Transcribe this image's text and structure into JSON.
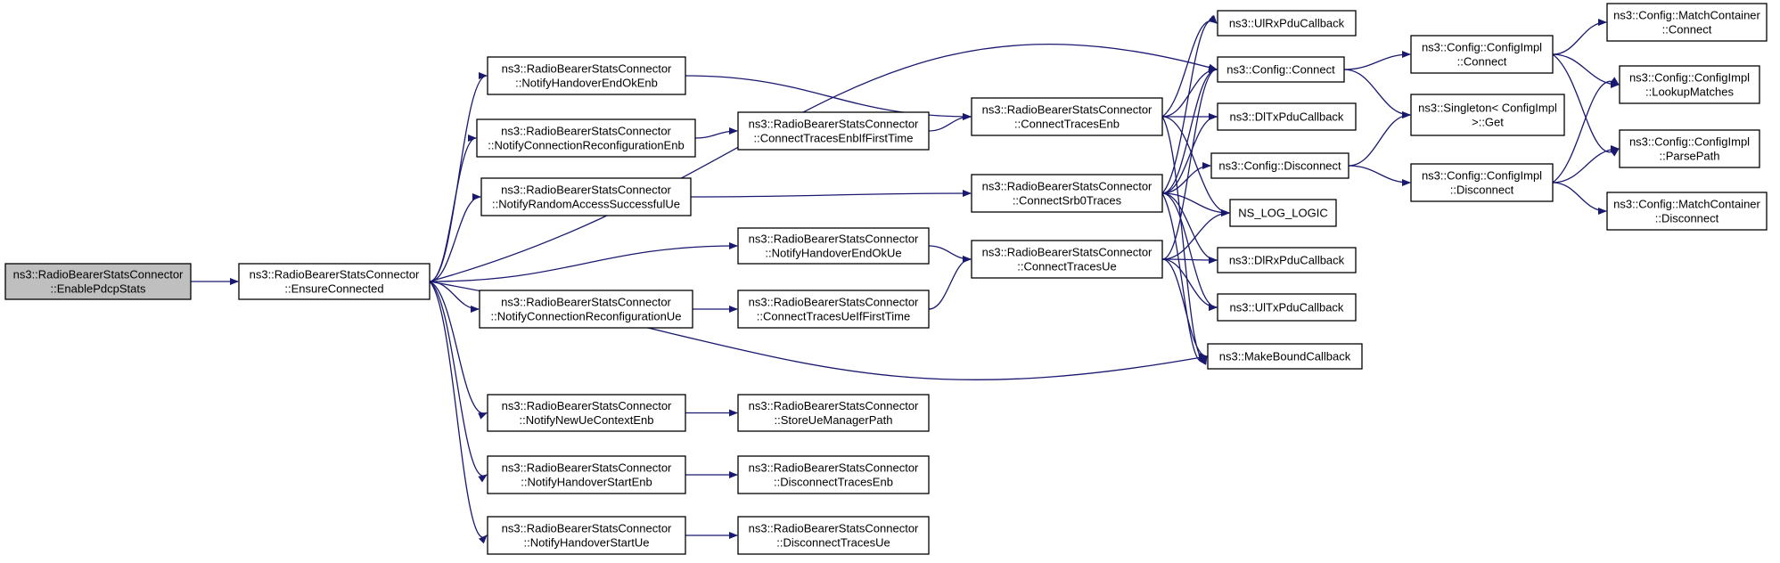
{
  "graph": {
    "type": "call-graph",
    "nodes": [
      {
        "id": "root",
        "lines": [
          "ns3::RadioBearerStatsConnector",
          "::EnablePdcpStats"
        ],
        "highlight": true
      },
      {
        "id": "ensure",
        "lines": [
          "ns3::RadioBearerStatsConnector",
          "::EnsureConnected"
        ]
      },
      {
        "id": "hoEndOkEnb",
        "lines": [
          "ns3::RadioBearerStatsConnector",
          "::NotifyHandoverEndOkEnb"
        ]
      },
      {
        "id": "connReconfEnb",
        "lines": [
          "ns3::RadioBearerStatsConnector",
          "::NotifyConnectionReconfigurationEnb"
        ]
      },
      {
        "id": "raSuccUe",
        "lines": [
          "ns3::RadioBearerStatsConnector",
          "::NotifyRandomAccessSuccessfulUe"
        ]
      },
      {
        "id": "hoEndOkUe",
        "lines": [
          "ns3::RadioBearerStatsConnector",
          "::NotifyHandoverEndOkUe"
        ]
      },
      {
        "id": "connReconfUe",
        "lines": [
          "ns3::RadioBearerStatsConnector",
          "::NotifyConnectionReconfigurationUe"
        ]
      },
      {
        "id": "newUeCtxEnb",
        "lines": [
          "ns3::RadioBearerStatsConnector",
          "::NotifyNewUeContextEnb"
        ]
      },
      {
        "id": "hoStartEnb",
        "lines": [
          "ns3::RadioBearerStatsConnector",
          "::NotifyHandoverStartEnb"
        ]
      },
      {
        "id": "hoStartUe",
        "lines": [
          "ns3::RadioBearerStatsConnector",
          "::NotifyHandoverStartUe"
        ]
      },
      {
        "id": "ctEnbIfFirst",
        "lines": [
          "ns3::RadioBearerStatsConnector",
          "::ConnectTracesEnbIfFirstTime"
        ]
      },
      {
        "id": "ctUeIfFirst",
        "lines": [
          "ns3::RadioBearerStatsConnector",
          "::ConnectTracesUeIfFirstTime"
        ]
      },
      {
        "id": "storeUeMgr",
        "lines": [
          "ns3::RadioBearerStatsConnector",
          "::StoreUeManagerPath"
        ]
      },
      {
        "id": "discEnb",
        "lines": [
          "ns3::RadioBearerStatsConnector",
          "::DisconnectTracesEnb"
        ]
      },
      {
        "id": "discUe",
        "lines": [
          "ns3::RadioBearerStatsConnector",
          "::DisconnectTracesUe"
        ]
      },
      {
        "id": "ctEnb",
        "lines": [
          "ns3::RadioBearerStatsConnector",
          "::ConnectTracesEnb"
        ]
      },
      {
        "id": "ctSrb0",
        "lines": [
          "ns3::RadioBearerStatsConnector",
          "::ConnectSrb0Traces"
        ]
      },
      {
        "id": "ctUe",
        "lines": [
          "ns3::RadioBearerStatsConnector",
          "::ConnectTracesUe"
        ]
      },
      {
        "id": "ulRx",
        "lines": [
          "ns3::UlRxPduCallback"
        ]
      },
      {
        "id": "cfgConnect",
        "lines": [
          "ns3::Config::Connect"
        ]
      },
      {
        "id": "dlTx",
        "lines": [
          "ns3::DlTxPduCallback"
        ]
      },
      {
        "id": "cfgDisconnect",
        "lines": [
          "ns3::Config::Disconnect"
        ]
      },
      {
        "id": "nsLog",
        "lines": [
          "NS_LOG_LOGIC"
        ]
      },
      {
        "id": "dlRx",
        "lines": [
          "ns3::DlRxPduCallback"
        ]
      },
      {
        "id": "ulTx",
        "lines": [
          "ns3::UlTxPduCallback"
        ]
      },
      {
        "id": "makeBound",
        "lines": [
          "ns3::MakeBoundCallback"
        ]
      },
      {
        "id": "implConnect",
        "lines": [
          "ns3::Config::ConfigImpl",
          "::Connect"
        ]
      },
      {
        "id": "singleton",
        "lines": [
          "ns3::Singleton< ConfigImpl",
          " >::Get"
        ]
      },
      {
        "id": "implDisconnect",
        "lines": [
          "ns3::Config::ConfigImpl",
          "::Disconnect"
        ]
      },
      {
        "id": "mcConnect",
        "lines": [
          "ns3::Config::MatchContainer",
          "::Connect"
        ]
      },
      {
        "id": "lookup",
        "lines": [
          "ns3::Config::ConfigImpl",
          "::LookupMatches"
        ]
      },
      {
        "id": "parsePath",
        "lines": [
          "ns3::Config::ConfigImpl",
          "::ParsePath"
        ]
      },
      {
        "id": "mcDisconnect",
        "lines": [
          "ns3::Config::MatchContainer",
          "::Disconnect"
        ]
      }
    ],
    "edges": [
      [
        "root",
        "ensure"
      ],
      [
        "ensure",
        "hoEndOkEnb"
      ],
      [
        "ensure",
        "connReconfEnb"
      ],
      [
        "ensure",
        "raSuccUe"
      ],
      [
        "ensure",
        "hoEndOkUe"
      ],
      [
        "ensure",
        "connReconfUe"
      ],
      [
        "ensure",
        "newUeCtxEnb"
      ],
      [
        "ensure",
        "hoStartEnb"
      ],
      [
        "ensure",
        "hoStartUe"
      ],
      [
        "ensure",
        "cfgConnect"
      ],
      [
        "ensure",
        "makeBound"
      ],
      [
        "hoEndOkEnb",
        "ctEnb"
      ],
      [
        "connReconfEnb",
        "ctEnbIfFirst"
      ],
      [
        "ctEnbIfFirst",
        "ctEnb"
      ],
      [
        "raSuccUe",
        "ctSrb0"
      ],
      [
        "hoEndOkUe",
        "ctUe"
      ],
      [
        "connReconfUe",
        "ctUeIfFirst"
      ],
      [
        "ctUeIfFirst",
        "ctUe"
      ],
      [
        "newUeCtxEnb",
        "storeUeMgr"
      ],
      [
        "hoStartEnb",
        "discEnb"
      ],
      [
        "hoStartUe",
        "discUe"
      ],
      [
        "ctEnb",
        "ulRx"
      ],
      [
        "ctEnb",
        "cfgConnect"
      ],
      [
        "ctEnb",
        "dlTx"
      ],
      [
        "ctEnb",
        "nsLog"
      ],
      [
        "ctEnb",
        "makeBound"
      ],
      [
        "ctSrb0",
        "ulRx"
      ],
      [
        "ctSrb0",
        "cfgConnect"
      ],
      [
        "ctSrb0",
        "dlTx"
      ],
      [
        "ctSrb0",
        "cfgDisconnect"
      ],
      [
        "ctSrb0",
        "nsLog"
      ],
      [
        "ctSrb0",
        "dlRx"
      ],
      [
        "ctSrb0",
        "ulTx"
      ],
      [
        "ctSrb0",
        "makeBound"
      ],
      [
        "ctUe",
        "cfgConnect"
      ],
      [
        "ctUe",
        "nsLog"
      ],
      [
        "ctUe",
        "dlRx"
      ],
      [
        "ctUe",
        "ulTx"
      ],
      [
        "ctUe",
        "makeBound"
      ],
      [
        "cfgConnect",
        "implConnect"
      ],
      [
        "cfgConnect",
        "singleton"
      ],
      [
        "cfgDisconnect",
        "singleton"
      ],
      [
        "cfgDisconnect",
        "implDisconnect"
      ],
      [
        "implConnect",
        "mcConnect"
      ],
      [
        "implConnect",
        "lookup"
      ],
      [
        "implConnect",
        "parsePath"
      ],
      [
        "implDisconnect",
        "lookup"
      ],
      [
        "implDisconnect",
        "parsePath"
      ],
      [
        "implDisconnect",
        "mcDisconnect"
      ]
    ],
    "colors": {
      "edge": "#191970",
      "node_border": "#000000",
      "highlight_fill": "#bfbfbf",
      "node_fill": "#ffffff"
    }
  }
}
